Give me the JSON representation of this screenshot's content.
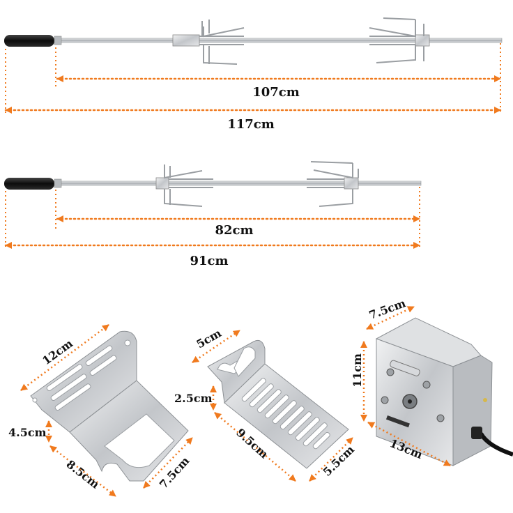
{
  "spit_long": {
    "inner_length": "107cm",
    "total_length": "117cm"
  },
  "spit_short": {
    "inner_length": "82cm",
    "total_length": "91cm"
  },
  "bracket_left": {
    "length": "12cm",
    "depth": "4.5cm",
    "base_length": "8.5cm",
    "base_width": "7.5cm"
  },
  "bracket_right": {
    "top_width": "5cm",
    "lip_height": "2.5cm",
    "length": "9.5cm",
    "width": "5.5cm"
  },
  "motor": {
    "depth": "7.5cm",
    "height": "11cm",
    "width": "13cm"
  },
  "colors": {
    "dimension_line": "#f07a1e",
    "steel": "#c9ccd0",
    "handle": "#151515"
  }
}
